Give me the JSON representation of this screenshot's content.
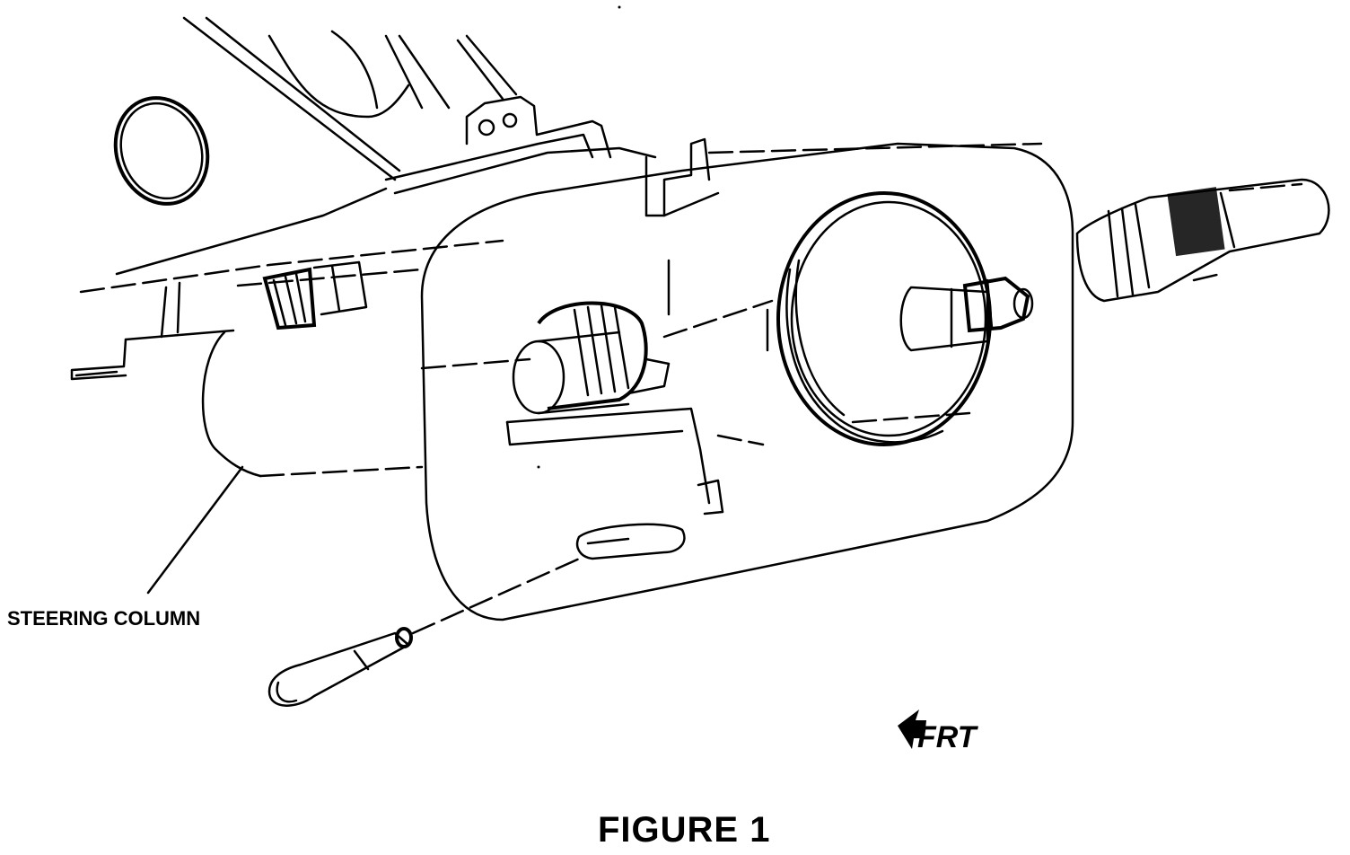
{
  "labels": {
    "steering_column": "STEERING COLUMN",
    "front_arrow": "FRT",
    "caption": "FIGURE 1"
  }
}
